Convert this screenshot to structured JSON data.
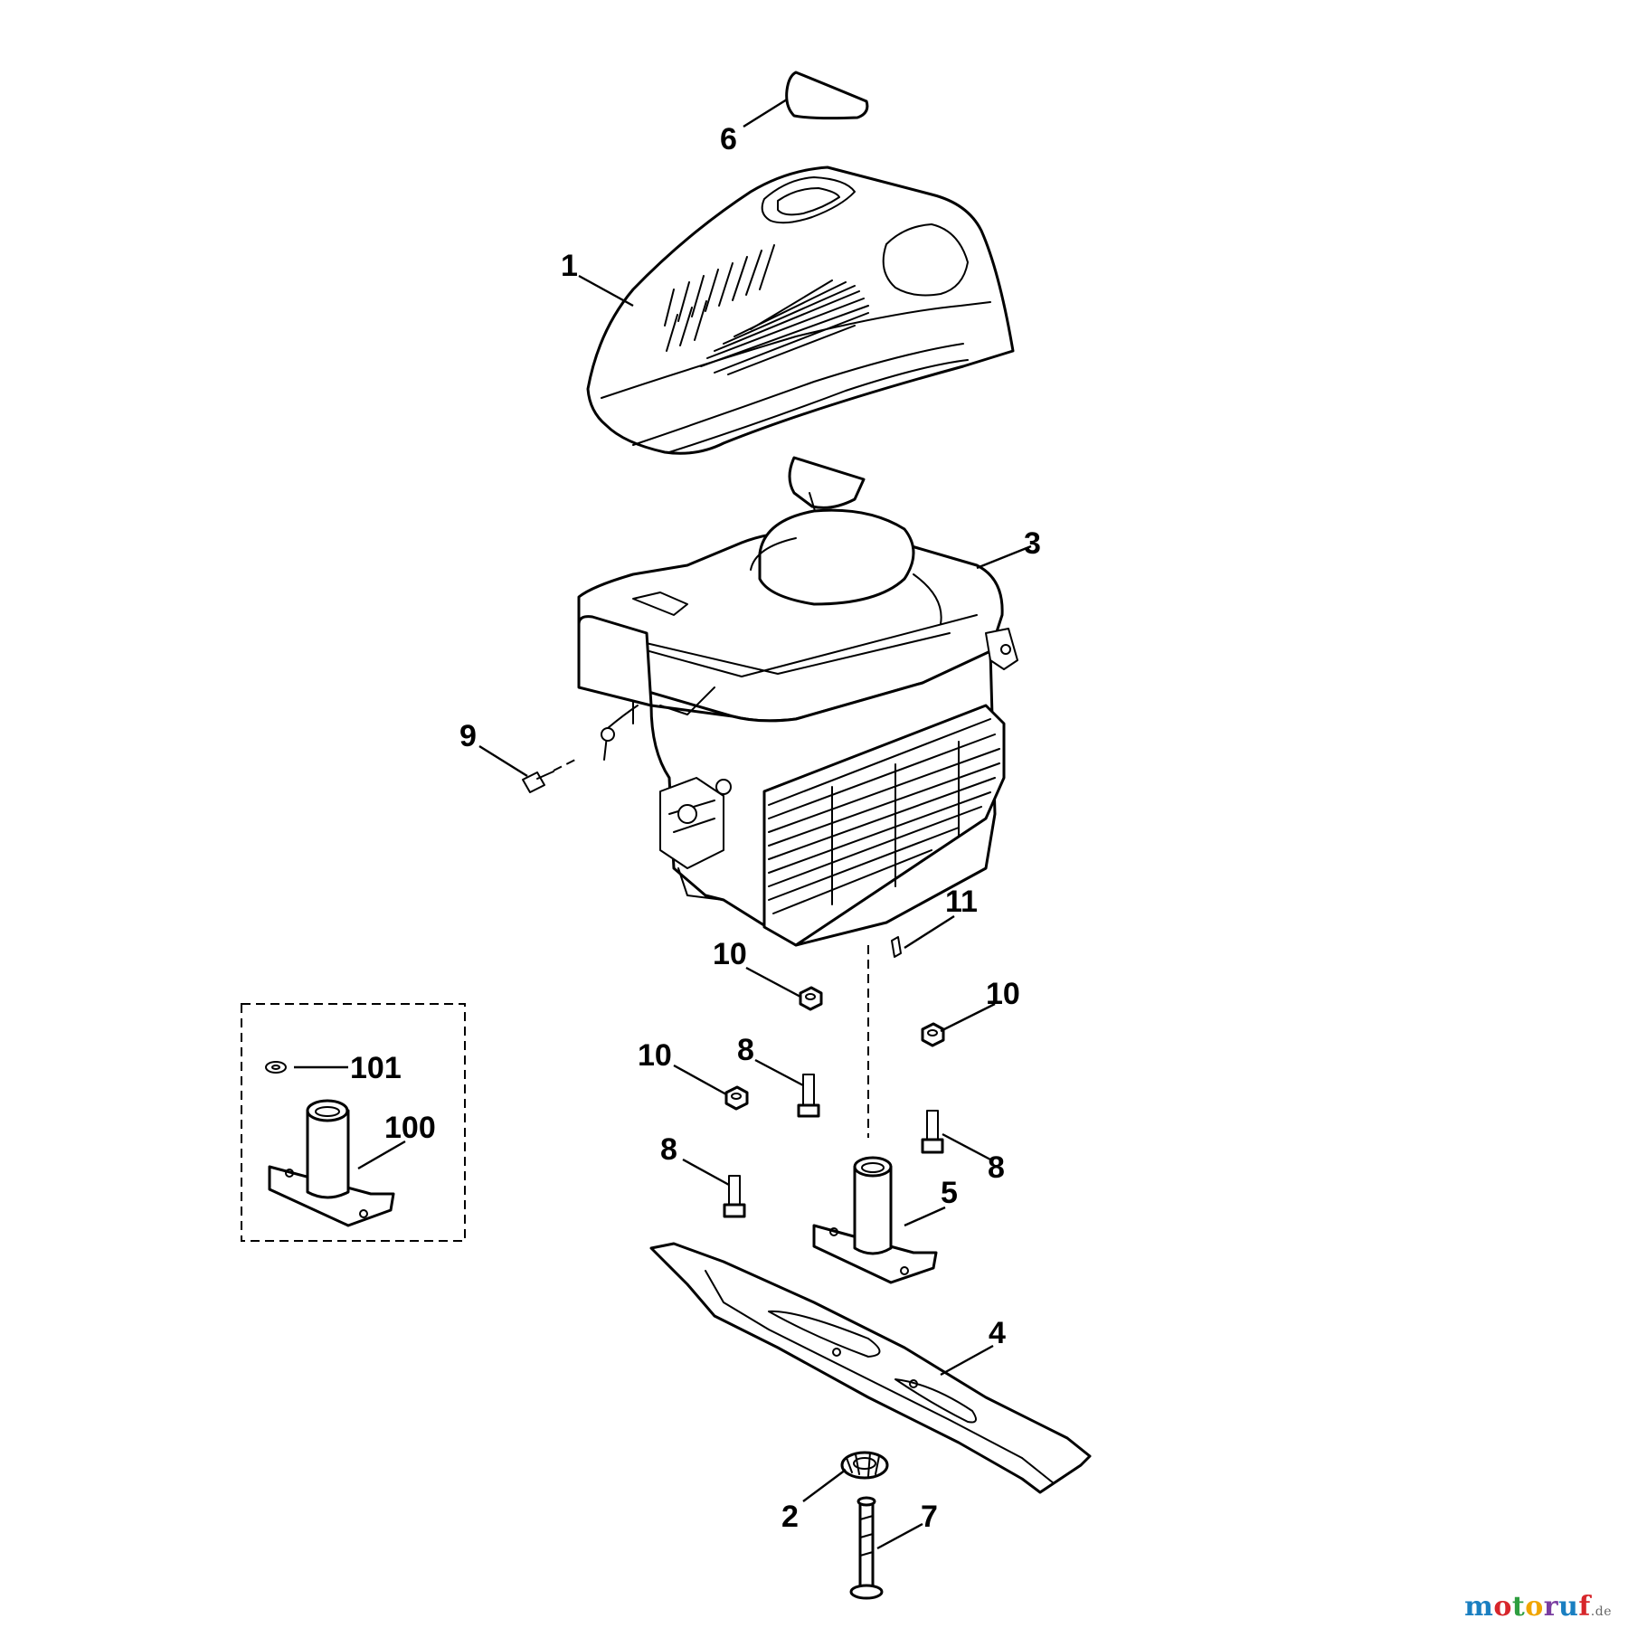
{
  "diagram": {
    "callouts": {
      "c1": "1",
      "c2": "2",
      "c3": "3",
      "c4": "4",
      "c5": "5",
      "c6": "6",
      "c7": "7",
      "c8a": "8",
      "c8b": "8",
      "c8c": "8",
      "c9": "9",
      "c10a": "10",
      "c10b": "10",
      "c10c": "10",
      "c11": "11",
      "c100": "100",
      "c101": "101"
    }
  },
  "watermark": {
    "main": "motoruf",
    "suffix": ".de",
    "colors": [
      "#1a7fc1",
      "#d7262b",
      "#2e9e3f",
      "#f0a500",
      "#7a3da0",
      "#1a7fc1",
      "#d7262b"
    ]
  }
}
